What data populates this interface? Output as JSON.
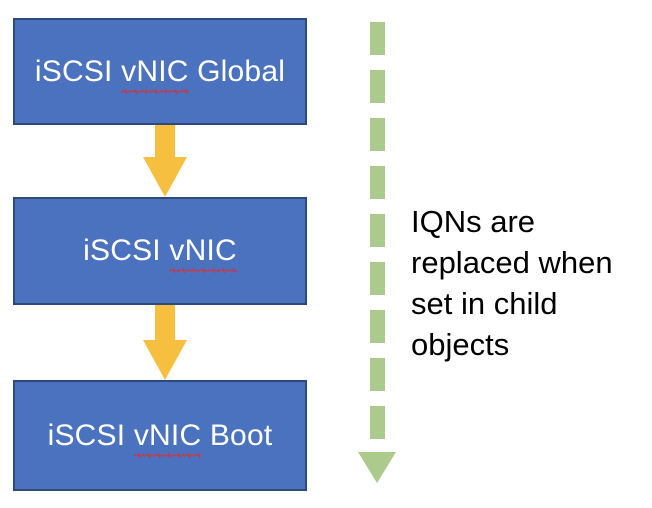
{
  "diagram": {
    "title": "iSCSI vNIC IQN inheritance",
    "background_color": "#ffffff",
    "boxes": [
      {
        "id": "global",
        "label_prefix": "iSCSI ",
        "label_flagged": "vNIC",
        "label_suffix": " Global",
        "fill_color": "#4a72bf",
        "border_color": "#2e4a7d",
        "text_color": "#ffffff"
      },
      {
        "id": "vnic",
        "label_prefix": "iSCSI ",
        "label_flagged": "vNIC",
        "label_suffix": "",
        "fill_color": "#4a72bf",
        "border_color": "#2e4a7d",
        "text_color": "#ffffff"
      },
      {
        "id": "boot",
        "label_prefix": "iSCSI ",
        "label_flagged": "vNIC",
        "label_suffix": " Boot",
        "fill_color": "#4a72bf",
        "border_color": "#2e4a7d",
        "text_color": "#ffffff"
      }
    ],
    "flow_arrows": [
      {
        "id": "global-to-vnic",
        "direction": "down",
        "color": "#f6bf3f",
        "style": "solid"
      },
      {
        "id": "vnic-to-boot",
        "direction": "down",
        "color": "#f6bf3f",
        "style": "solid"
      }
    ],
    "green_arrow": {
      "id": "inheritance-arrow",
      "direction": "down",
      "color": "#adca8d",
      "style": "dashed",
      "dash_count": 9
    },
    "caption": {
      "lines": [
        "IQNs are",
        "replaced when",
        "set in child",
        "objects"
      ],
      "text_color": "#000000"
    },
    "spellcheck": {
      "underline_color": "#e32b2b",
      "style": "wavy"
    }
  }
}
